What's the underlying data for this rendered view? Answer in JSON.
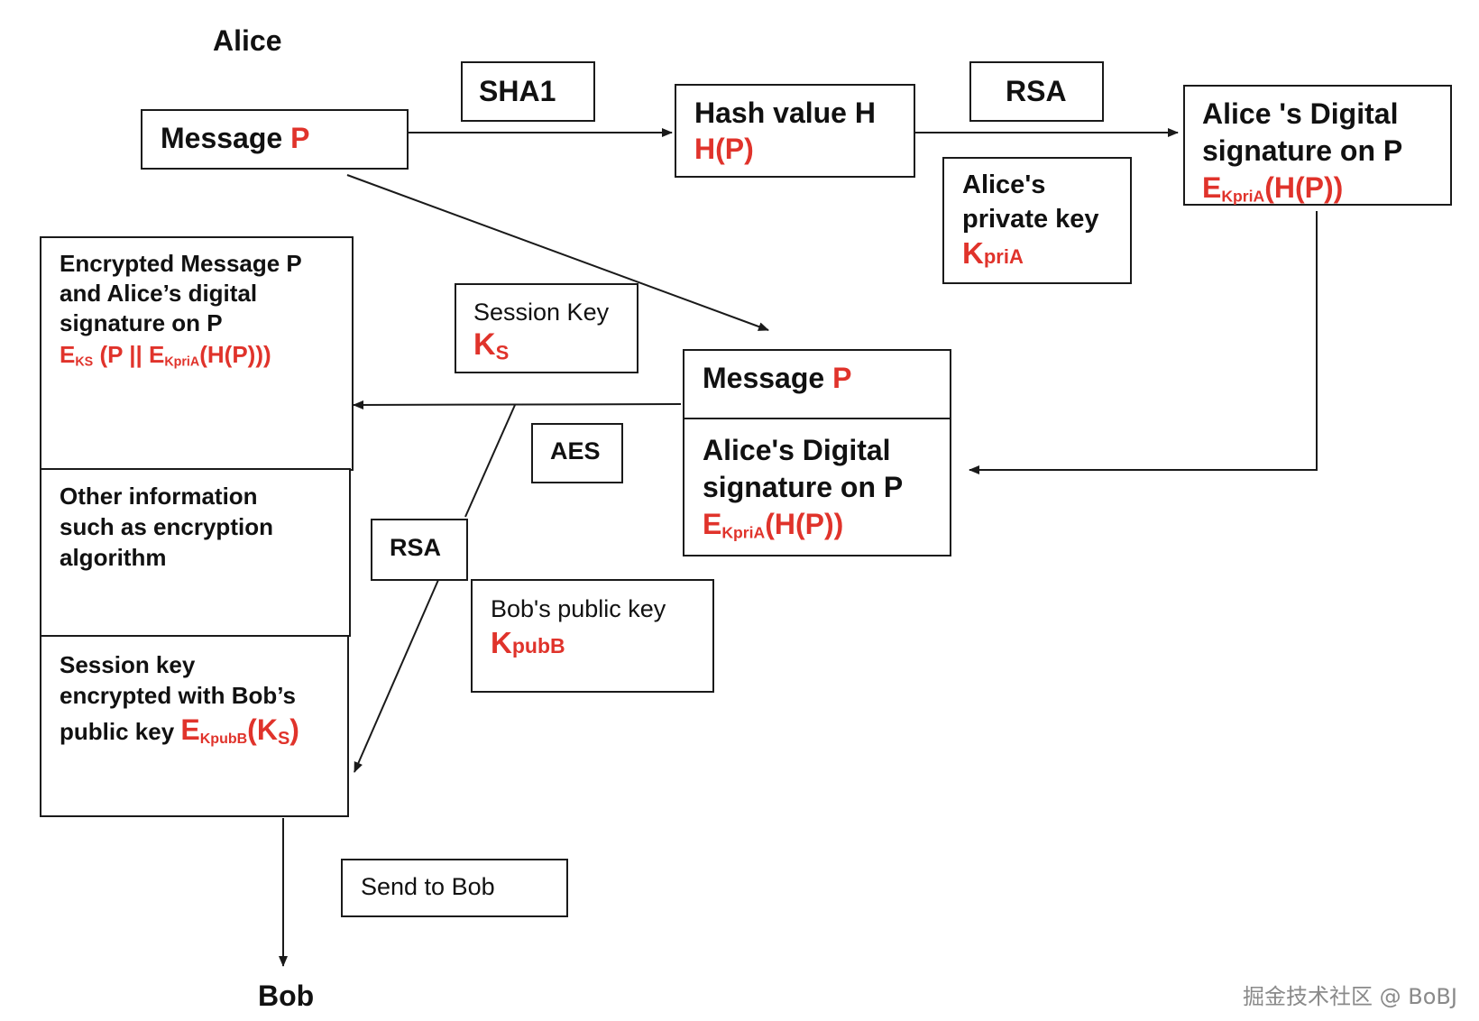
{
  "alice_label": "Alice",
  "bob_label": "Bob",
  "message_box": {
    "word": "Message",
    "var": "P"
  },
  "sha1_label": "SHA1",
  "hash_box": {
    "line1": "Hash value H",
    "line2": "H(P)"
  },
  "rsa_top_label": "RSA",
  "private_key_box": {
    "line1": "Alice's",
    "line2": "private key",
    "key_main": "K",
    "key_sub": "priA"
  },
  "signature_box": {
    "line1": "Alice 's Digital",
    "line2": "signature on P",
    "formula_e": "E",
    "formula_sub": "KpriA",
    "formula_rest": "(H(P))"
  },
  "session_key_box": {
    "line1": "Session Key",
    "key_main": "K",
    "key_sub": "S"
  },
  "middle_message_box": {
    "word": "Message",
    "var": "P"
  },
  "middle_signature_box": {
    "line1": "Alice's Digital",
    "line2": "signature on P",
    "formula_e": "E",
    "formula_sub": "KpriA",
    "formula_rest": "(H(P))"
  },
  "aes_label": "AES",
  "rsa_bottom_label": "RSA",
  "bobs_key_box": {
    "line1": "Bob's public key",
    "key_main": "K",
    "key_sub": "pubB"
  },
  "encrypted_box": {
    "line1": "Encrypted  Message P",
    "line2": "and Alice’s digital",
    "line3": "signature on P",
    "f_e1": "E",
    "f_sub1": "KS",
    "f_mid": " (P || ",
    "f_e2": "E",
    "f_sub2": "KpriA",
    "f_end": "(H(P)))"
  },
  "other_info_box": {
    "line1": "Other information",
    "line2": "such as encryption",
    "line3": "algorithm"
  },
  "session_enc_box": {
    "line1": "Session key",
    "line2": "encrypted with Bob’s",
    "line3": "public key ",
    "f_e": "E",
    "f_sub": "KpubB",
    "f_open": "(K",
    "f_sub2": "S",
    "f_close": ")"
  },
  "send_box": {
    "label": "Send to Bob"
  },
  "watermark": "掘金技术社区 @ BoBJ",
  "colors": {
    "highlight": "#e0332b",
    "ink": "#111111",
    "line": "#1a1a1a"
  }
}
